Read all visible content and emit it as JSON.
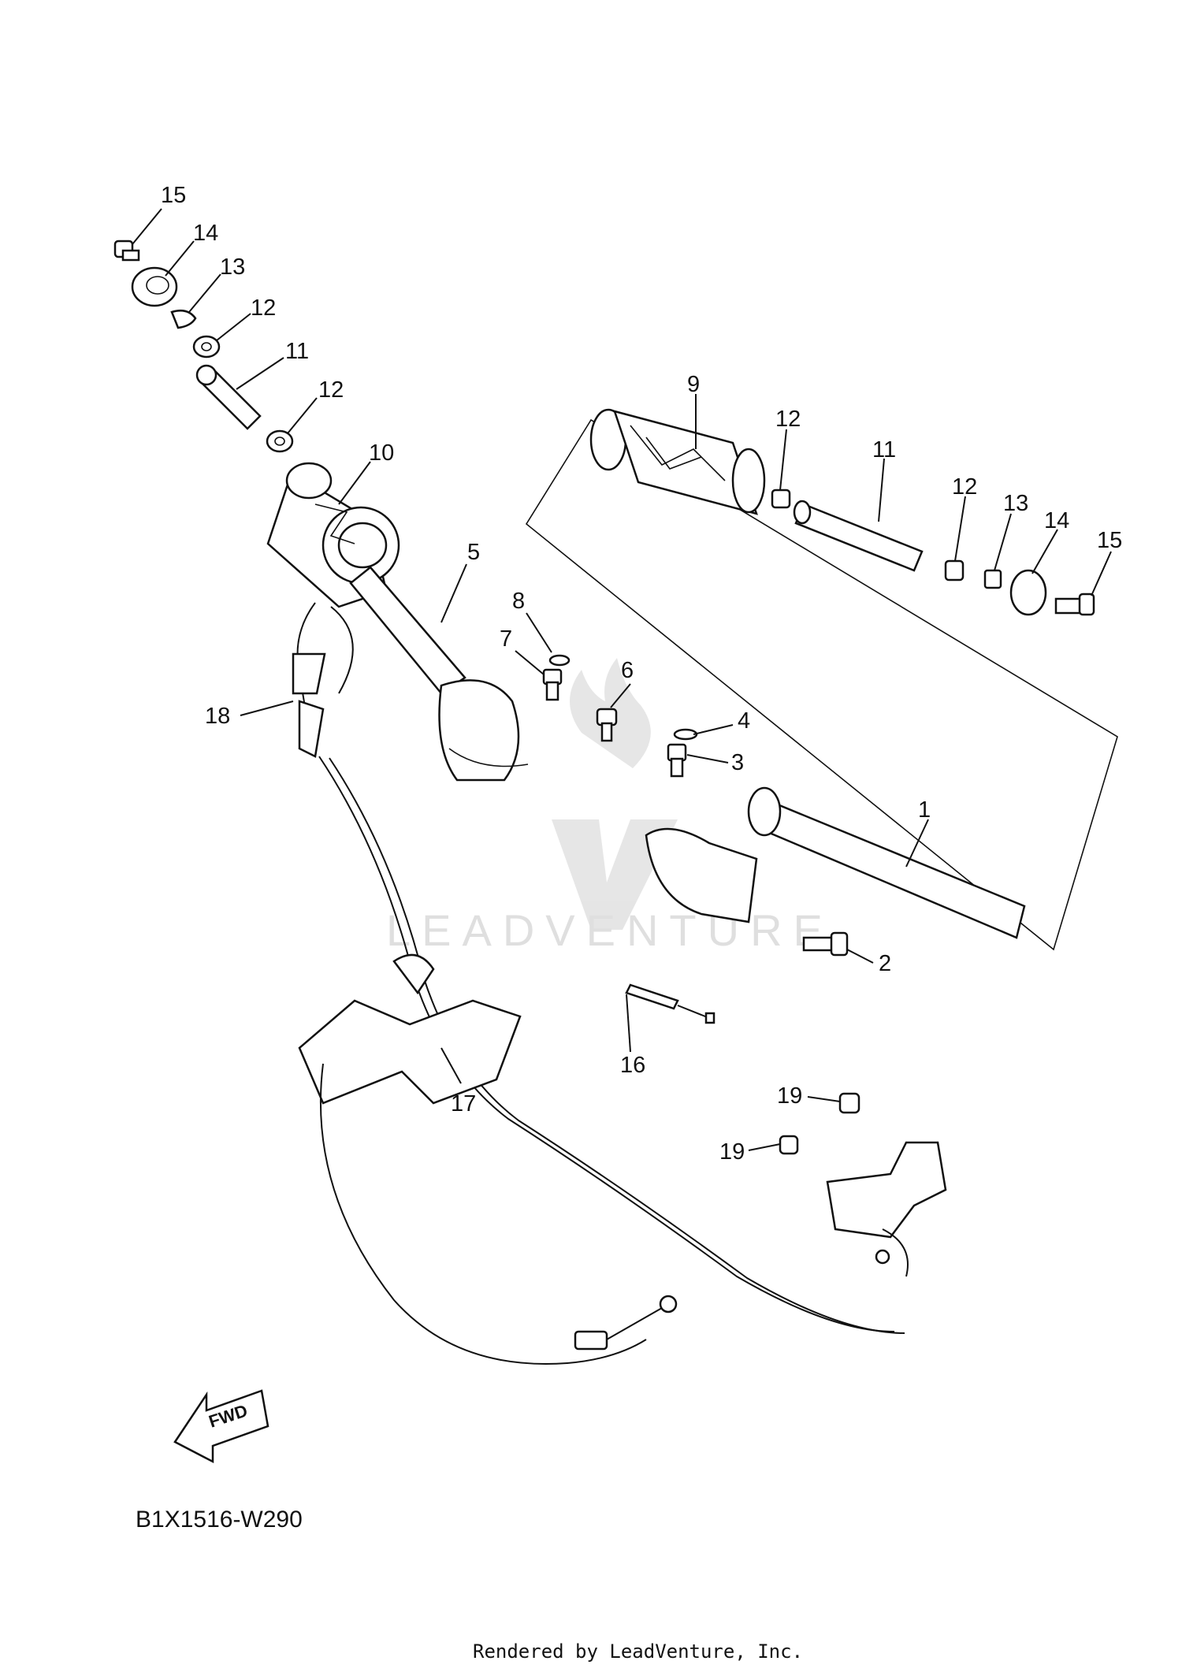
{
  "callouts": [
    {
      "id": "c15a",
      "text": "15"
    },
    {
      "id": "c14a",
      "text": "14"
    },
    {
      "id": "c13a",
      "text": "13"
    },
    {
      "id": "c12a",
      "text": "12"
    },
    {
      "id": "c11a",
      "text": "11"
    },
    {
      "id": "c12b",
      "text": "12"
    },
    {
      "id": "c10",
      "text": "10"
    },
    {
      "id": "c9",
      "text": "9"
    },
    {
      "id": "c12c",
      "text": "12"
    },
    {
      "id": "c11b",
      "text": "11"
    },
    {
      "id": "c12d",
      "text": "12"
    },
    {
      "id": "c13b",
      "text": "13"
    },
    {
      "id": "c14b",
      "text": "14"
    },
    {
      "id": "c15b",
      "text": "15"
    },
    {
      "id": "c5",
      "text": "5"
    },
    {
      "id": "c8",
      "text": "8"
    },
    {
      "id": "c7",
      "text": "7"
    },
    {
      "id": "c6",
      "text": "6"
    },
    {
      "id": "c4",
      "text": "4"
    },
    {
      "id": "c3",
      "text": "3"
    },
    {
      "id": "c1",
      "text": "1"
    },
    {
      "id": "c2",
      "text": "2"
    },
    {
      "id": "c18",
      "text": "18"
    },
    {
      "id": "c16",
      "text": "16"
    },
    {
      "id": "c17",
      "text": "17"
    },
    {
      "id": "c19a",
      "text": "19"
    },
    {
      "id": "c19b",
      "text": "19"
    }
  ],
  "fwd_label": "FWD",
  "diagram_code": "B1X1516-W290",
  "footer": "Rendered by LeadVenture, Inc.",
  "watermark": "LEADVENTURE"
}
